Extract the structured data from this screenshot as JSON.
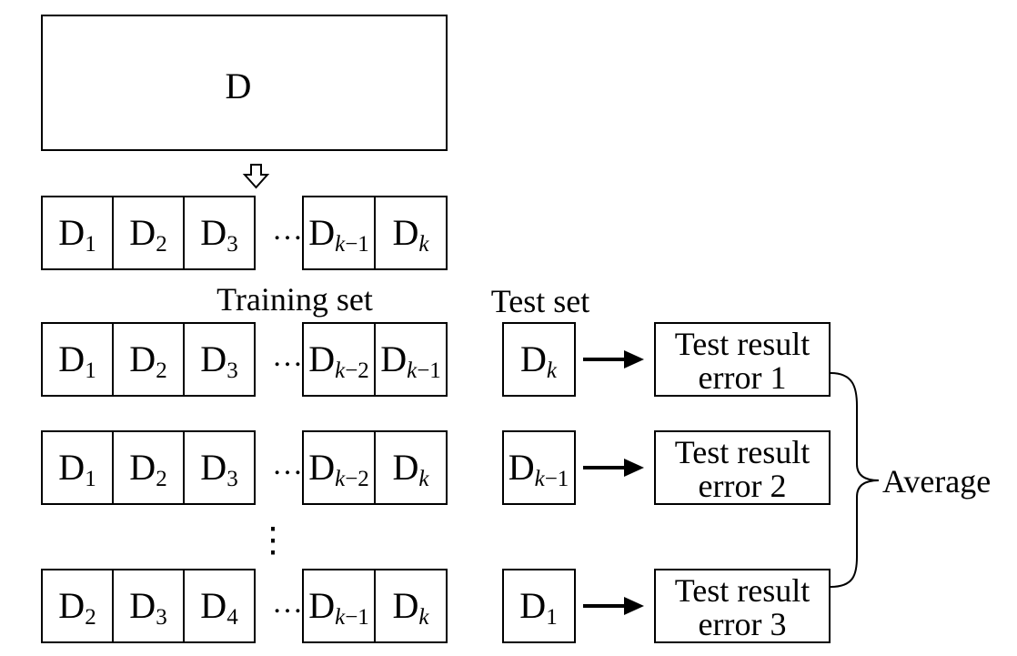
{
  "top_box": {
    "label": "D"
  },
  "partition": {
    "cells_left": [
      {
        "base": "D",
        "sub": "1"
      },
      {
        "base": "D",
        "sub": "2"
      },
      {
        "base": "D",
        "sub": "3"
      }
    ],
    "cells_right": [
      {
        "base": "D",
        "sub": "k",
        "sub_tail": "−1"
      },
      {
        "base": "D",
        "sub": "k"
      }
    ],
    "ellipsis": "…"
  },
  "captions": {
    "training": "Training set",
    "test": "Test set"
  },
  "folds": [
    {
      "cells_left": [
        {
          "base": "D",
          "sub": "1"
        },
        {
          "base": "D",
          "sub": "2"
        },
        {
          "base": "D",
          "sub": "3"
        }
      ],
      "cells_right": [
        {
          "base": "D",
          "sub": "k",
          "sub_tail": "−2"
        },
        {
          "base": "D",
          "sub": "k",
          "sub_tail": "−1"
        }
      ],
      "test": {
        "base": "D",
        "sub": "k"
      },
      "result_line1": "Test result",
      "result_line2": "error 1"
    },
    {
      "cells_left": [
        {
          "base": "D",
          "sub": "1"
        },
        {
          "base": "D",
          "sub": "2"
        },
        {
          "base": "D",
          "sub": "3"
        }
      ],
      "cells_right": [
        {
          "base": "D",
          "sub": "k",
          "sub_tail": "−2"
        },
        {
          "base": "D",
          "sub": "k"
        }
      ],
      "test": {
        "base": "D",
        "sub": "k",
        "sub_tail": "−1"
      },
      "result_line1": "Test result",
      "result_line2": "error 2"
    },
    {
      "cells_left": [
        {
          "base": "D",
          "sub": "2"
        },
        {
          "base": "D",
          "sub": "3"
        },
        {
          "base": "D",
          "sub": "4"
        }
      ],
      "cells_right": [
        {
          "base": "D",
          "sub": "k",
          "sub_tail": "−1"
        },
        {
          "base": "D",
          "sub": "k"
        }
      ],
      "test": {
        "base": "D",
        "sub": "1"
      },
      "result_line1": "Test result",
      "result_line2": "error 3"
    }
  ],
  "vertical_ellipsis": "⋮",
  "average_label": "Average"
}
